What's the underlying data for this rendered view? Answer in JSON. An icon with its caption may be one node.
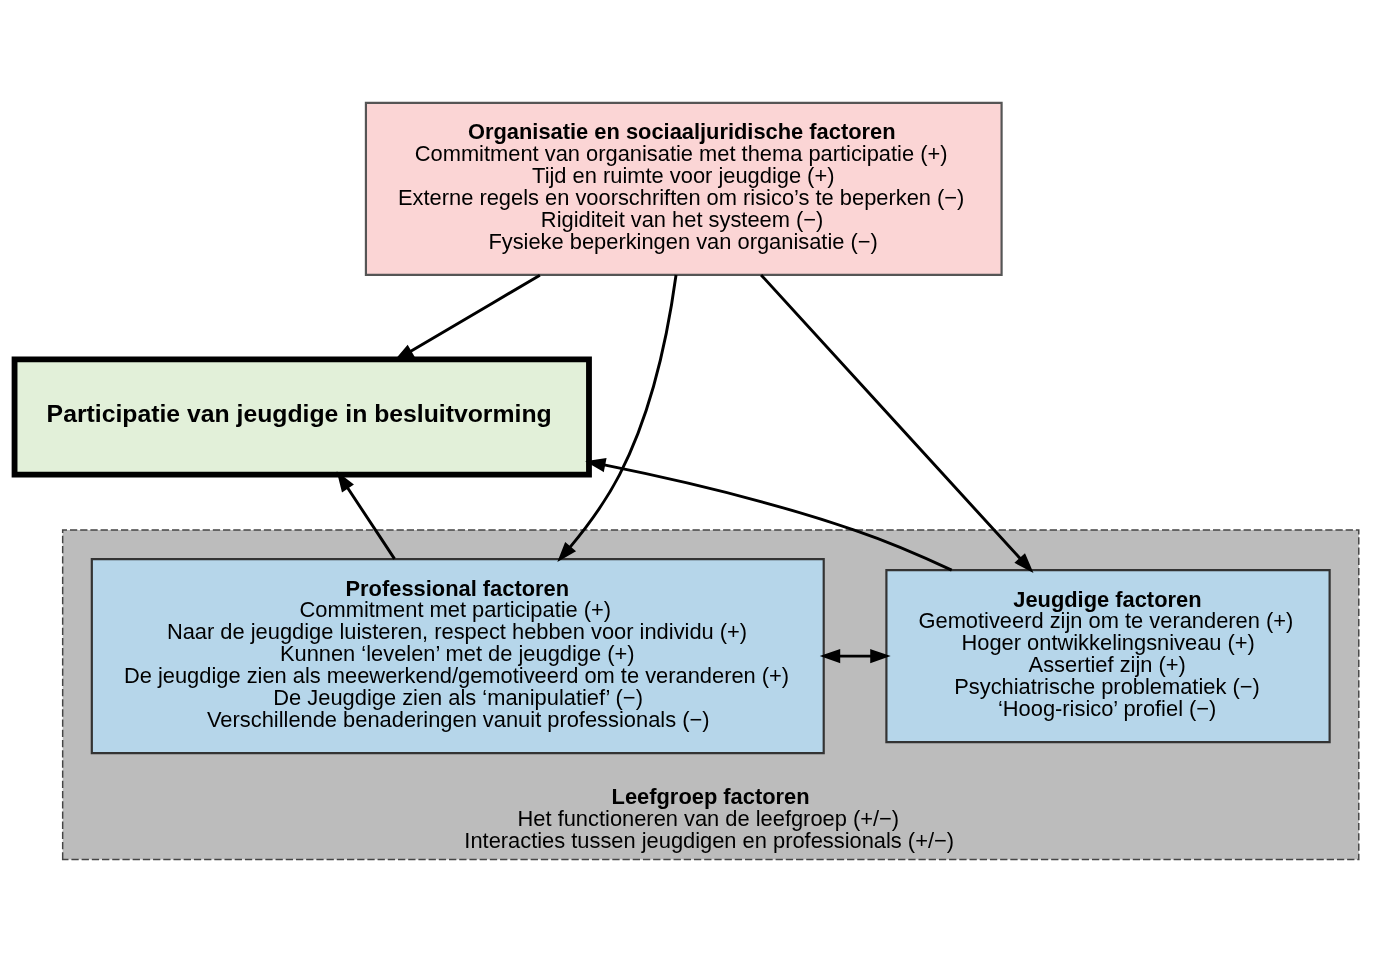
{
  "diagram": {
    "nodes": [
      {
        "text": [
          "Organisatie en sociaaljuridische factoren",
          "Commitment van organisatie met thema participatie (+)",
          "Tijd en ruimte voor jeugdige (+)",
          "Externe regels en voorschriften om risico’s te beperken (−)",
          "Rigiditeit van het systeem (−)",
          "Fysieke beperkingen van organisatie (−)"
        ]
      },
      {
        "text": [
          "Participatie van jeugdige in besluitvorming"
        ]
      },
      {
        "text": [
          "Leefgroep factoren",
          "Het functioneren van de leefgroep (+/−)",
          "Interacties tussen jeugdigen en professionals (+/−)"
        ]
      },
      {
        "text": [
          "Professional factoren",
          "Commitment met participatie (+)",
          "Naar de jeugdige luisteren, respect hebben voor individu (+)",
          "Kunnen ‘levelen’ met de jeugdige (+)",
          "De jeugdige zien als meewerkend/gemotiveerd om te veranderen (+)",
          "De Jeugdige zien als ‘manipulatief’ (−)",
          "Verschillende benaderingen vanuit professionals (−)"
        ],
        "in": 2
      },
      {
        "text": [
          "Jeugdige factoren",
          "Gemotiveerd zijn om te veranderen (+)",
          "Hoger ontwikkelingsniveau (+)",
          "Assertief zijn (+)",
          "Psychiatrische problematiek (−)",
          "‘Hoog-risico’ profiel (−)"
        ],
        "in": 2
      }
    ],
    "edges": [
      {
        "from": 0,
        "to": 1,
        "arrow": "to"
      },
      {
        "from": 0,
        "to": 3,
        "arrow": "to"
      },
      {
        "from": 0,
        "to": 4,
        "arrow": "to"
      },
      {
        "from": 3,
        "to": 1,
        "arrow": "to"
      },
      {
        "from": 4,
        "to": 1,
        "arrow": "to"
      },
      {
        "from": 3,
        "to": 4,
        "arrow": "both"
      }
    ]
  }
}
